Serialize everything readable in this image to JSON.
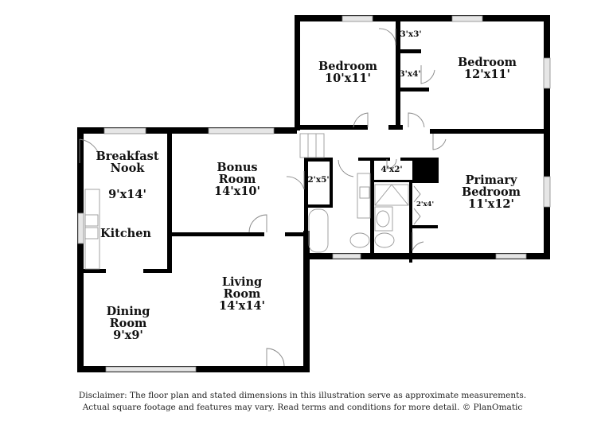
{
  "rooms": [
    {
      "id": "bedroom-1",
      "name": "Bedroom",
      "size": "10'x11'"
    },
    {
      "id": "closet-3x3",
      "name": "",
      "size": "3'x3'"
    },
    {
      "id": "closet-3x4",
      "name": "",
      "size": "3'x4'"
    },
    {
      "id": "bedroom-2",
      "name": "Bedroom",
      "size": "12'x11'"
    },
    {
      "id": "breakfast-nook",
      "name": "Breakfast Nook",
      "name_line1": "Breakfast",
      "name_line2": "Nook",
      "size": "9'x14'"
    },
    {
      "id": "kitchen",
      "name": "Kitchen",
      "size": ""
    },
    {
      "id": "bonus-room",
      "name": "Bonus Room",
      "name_line1": "Bonus",
      "name_line2": "Room",
      "size": "14'x10'"
    },
    {
      "id": "closet-2x5",
      "name": "",
      "size": "2'x5'"
    },
    {
      "id": "closet-4x2",
      "name": "",
      "size": "4'x2'"
    },
    {
      "id": "closet-2x4",
      "name": "",
      "size": "2'x4'"
    },
    {
      "id": "primary-bedroom",
      "name": "Primary Bedroom",
      "name_line1": "Primary",
      "name_line2": "Bedroom",
      "size": "11'x12'"
    },
    {
      "id": "living-room",
      "name": "Living Room",
      "name_line1": "Living",
      "name_line2": "Room",
      "size": "14'x14'"
    },
    {
      "id": "dining-room",
      "name": "Dining Room",
      "name_line1": "Dining",
      "name_line2": "Room",
      "size": "9'x9'"
    }
  ],
  "disclaimer": {
    "line1": "Disclaimer: The floor plan and stated dimensions in this illustration serve as approximate measurements.",
    "line2": "Actual square footage and features may vary. Read terms and conditions for more detail. © PlanOmatic"
  },
  "colors": {
    "wall": "#000000",
    "fixture": "#8a8a8a",
    "window": "#d9d9d9",
    "background": "#ffffff"
  }
}
